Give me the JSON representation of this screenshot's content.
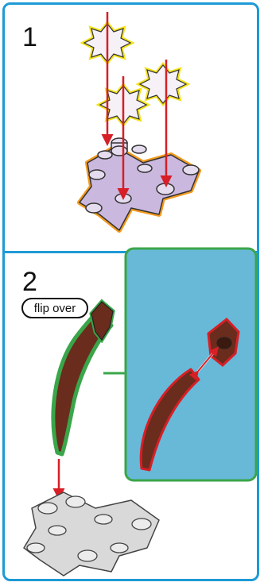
{
  "steps": [
    {
      "number": "1"
    },
    {
      "number": "2",
      "note": "flip over"
    }
  ],
  "colors": {
    "frame": "#1e9ad6",
    "arrow": "#d61f26",
    "brick": "#cbb8de",
    "brick_outline": "#f39a1e",
    "flower": "#f6f1f6",
    "flower_outline": "#f4e21a",
    "horn": "#6a2c1c",
    "horn_outline_green": "#3aa64a",
    "inset_bg": "#68b8d8",
    "gray_brick": "#d9d9d9"
  },
  "icons": [
    "flower-piece-icon",
    "snowflake-brick-icon",
    "horn-piece-icon",
    "gray-snowflake-brick-icon"
  ]
}
